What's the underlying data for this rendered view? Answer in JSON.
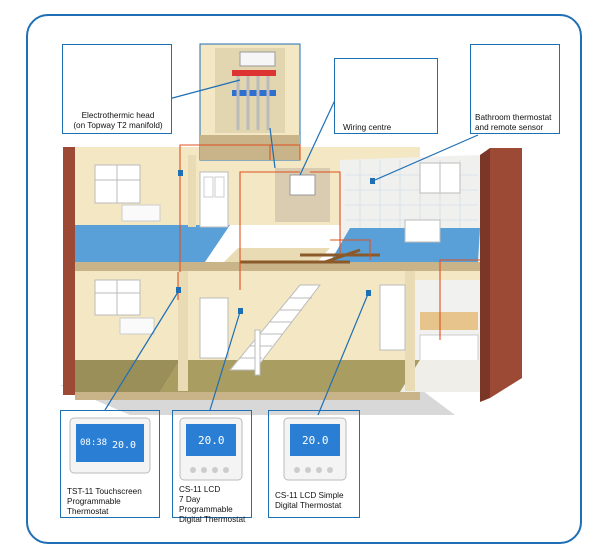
{
  "callouts": {
    "electrothermal_head": {
      "line1": "Electrothermic head",
      "line2": "(on Topway T2 manifold)"
    },
    "wiring_centre": {
      "line1": "Wiring centre"
    },
    "bathroom_thermostat": {
      "line1": "Bathroom thermostat",
      "line2": "and remote sensor"
    },
    "tst11": {
      "line1": "TST-11 Touchscreen",
      "line2": "Programmable Thermostat",
      "time": "08:38",
      "temp": "20.0"
    },
    "cs11_lcd_7day": {
      "line1": "CS-11 LCD",
      "line2": "7 Day Programmable",
      "line3": "Digital Thermostat",
      "temp": "20.0"
    },
    "cs11_lcd_simple": {
      "line1": "CS-11 LCD Simple",
      "line2": "Digital Thermostat",
      "temp": "20.0"
    }
  },
  "colors": {
    "frame_border": "#1f6fb5",
    "wiring": "#e0501e",
    "floor_blue": "#5aa0d8",
    "wall": "#f3e7c4",
    "brick": "#9c4a36",
    "lcd": "#2a7fd4"
  }
}
